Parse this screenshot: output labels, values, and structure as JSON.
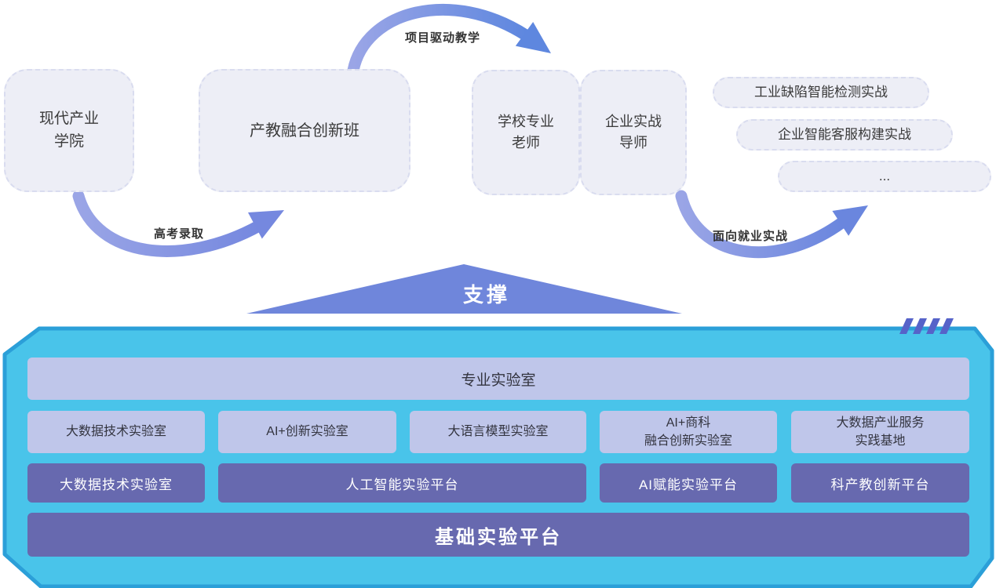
{
  "top": {
    "college": "现代产业\n学院",
    "innovation_class": "产教融合创新班",
    "school_teacher": "学校专业\n老师",
    "enterprise_mentor": "企业实战\n导师",
    "practice_pills": [
      "工业缺陷智能检测实战",
      "企业智能客服构建实战",
      "..."
    ]
  },
  "arrows": {
    "admission": "高考录取",
    "project_teaching": "项目驱动教学",
    "employment": "面向就业实战"
  },
  "support": {
    "label": "支撑"
  },
  "platform": {
    "pro_lab": "专业实验室",
    "light_labs": [
      "大数据技术实验室",
      "AI+创新实验室",
      "大语言模型实验室",
      "AI+商科\n融合创新实验室",
      "大数据产业服务\n实践基地"
    ],
    "dark_platforms": [
      "大数据技术实验室",
      "人工智能实验平台",
      "AI赋能实验平台",
      "科产教创新平台"
    ],
    "base_platform": "基础实验平台"
  },
  "colors": {
    "container_cyan": "#49C4EA",
    "container_border": "#2B9FD8",
    "light_purple": "#BFC6EA",
    "dark_purple": "#6769AF",
    "arrow_blue": "#6F86DC",
    "box_bg": "#EDEEF6"
  }
}
